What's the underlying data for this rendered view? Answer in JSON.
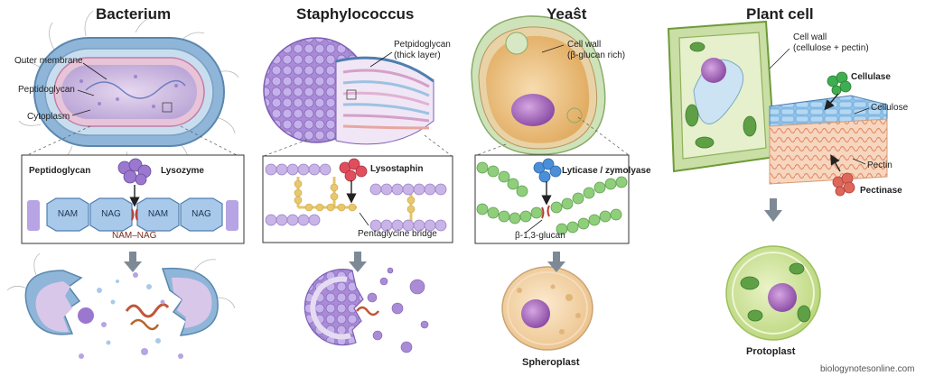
{
  "panels": {
    "bacterium": {
      "title": "Bacterium",
      "labels": {
        "outer_membrane": "Outer membrane",
        "peptidoglycan": "Peptidoglycan",
        "cytoplasm": "Cytoplasm"
      },
      "zoom": {
        "heading": "Peptidoglycan",
        "enzyme": "Lysozyme",
        "units": [
          "NAM",
          "NAG",
          "NAM",
          "NAG"
        ],
        "cleavage": "NAM–NAG"
      }
    },
    "staphylococcus": {
      "title": "Staphylococcus",
      "labels": {
        "peptidoglycan": "Petpidoglycan",
        "thickness": "(thick layer)"
      },
      "zoom": {
        "enzyme": "Lysostaphin",
        "bridge": "Pentaglycine bridge"
      }
    },
    "yeast": {
      "title": "Yeaŝt",
      "labels": {
        "cell_wall": "Cell wall",
        "composition": "(β-glucan rich)"
      },
      "zoom": {
        "enzyme": "Lyticase / zymolyase",
        "bond": "β-1,3-glucan"
      },
      "result": "Spheroplast"
    },
    "plant_cell": {
      "title": "Plant cell",
      "labels": {
        "cell_wall": "Cell wall",
        "composition": "(cellulose + pectin)",
        "enzyme1": "Cellulase",
        "cellulose": "Cellulose",
        "pectin": "Pectin",
        "enzyme2": "Pectinase"
      },
      "result": "Protoplast"
    }
  },
  "watermark": "biologynotesonline.com",
  "colors": {
    "lysozyme": "#9a78d0",
    "lysostaphin": "#e04e5e",
    "lyticase": "#4a8fd8",
    "cellulase": "#3fae50",
    "pectinase": "#e0665a",
    "arrow": "#7d8a96"
  }
}
